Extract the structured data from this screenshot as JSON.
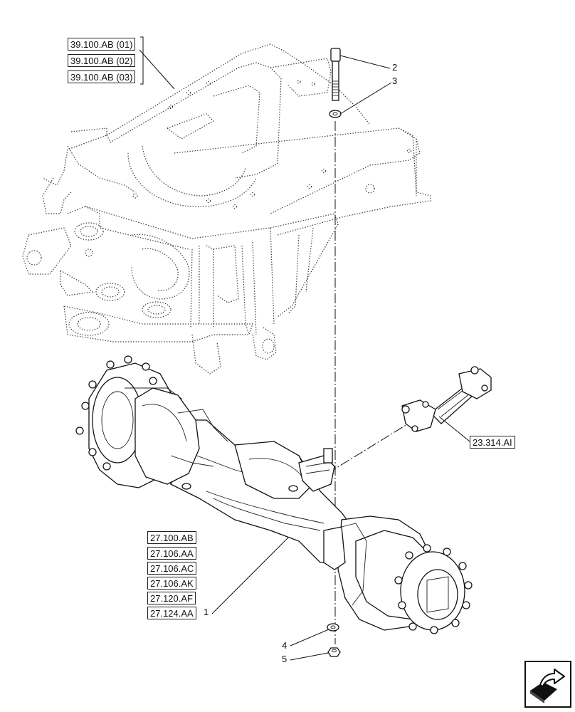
{
  "frame_refs": [
    "39.100.AB (01)",
    "39.100.AB (02)",
    "39.100.AB (03)"
  ],
  "axle_refs": [
    "27.100.AB",
    "27.106.AA",
    "27.106.AC",
    "27.106.AK",
    "27.120.AF",
    "27.124.AA"
  ],
  "driveshaft_ref": "23.314.AI",
  "callouts": {
    "axle": "1",
    "bolt": "2",
    "washer_top": "3",
    "washer_bottom": "4",
    "nut": "5"
  },
  "icons": {
    "nav": "next-page-arrow-icon"
  }
}
